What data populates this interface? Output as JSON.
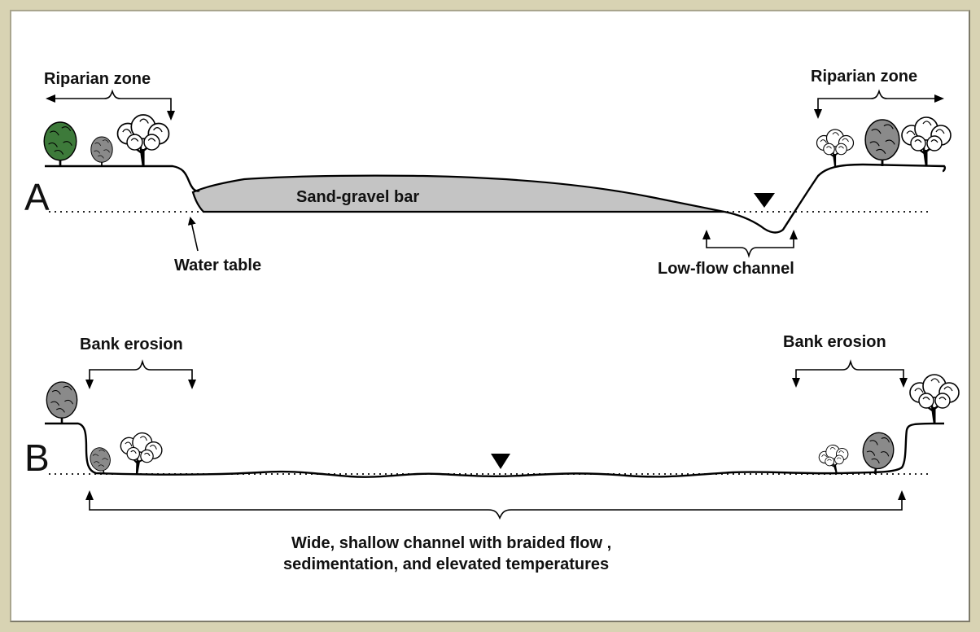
{
  "panel_a": {
    "letter": "A",
    "riparian_left": "Riparian zone",
    "riparian_right": "Riparian zone",
    "bar_label": "Sand-gravel bar",
    "water_table": "Water table",
    "low_flow": "Low-flow channel"
  },
  "panel_b": {
    "letter": "B",
    "erosion_left": "Bank erosion",
    "erosion_right": "Bank erosion",
    "caption_line1": "Wide, shallow channel with braided flow ,",
    "caption_line2": "sedimentation, and elevated temperatures"
  },
  "colors": {
    "frame": "#d8d3b3",
    "sand_bar": "#c4c4c4",
    "green_tree": "#3d7a3a",
    "grey_tree": "#8a8a8a"
  },
  "icons": [
    "tree-icon",
    "water-level-triangle-icon",
    "arrow-icon"
  ]
}
